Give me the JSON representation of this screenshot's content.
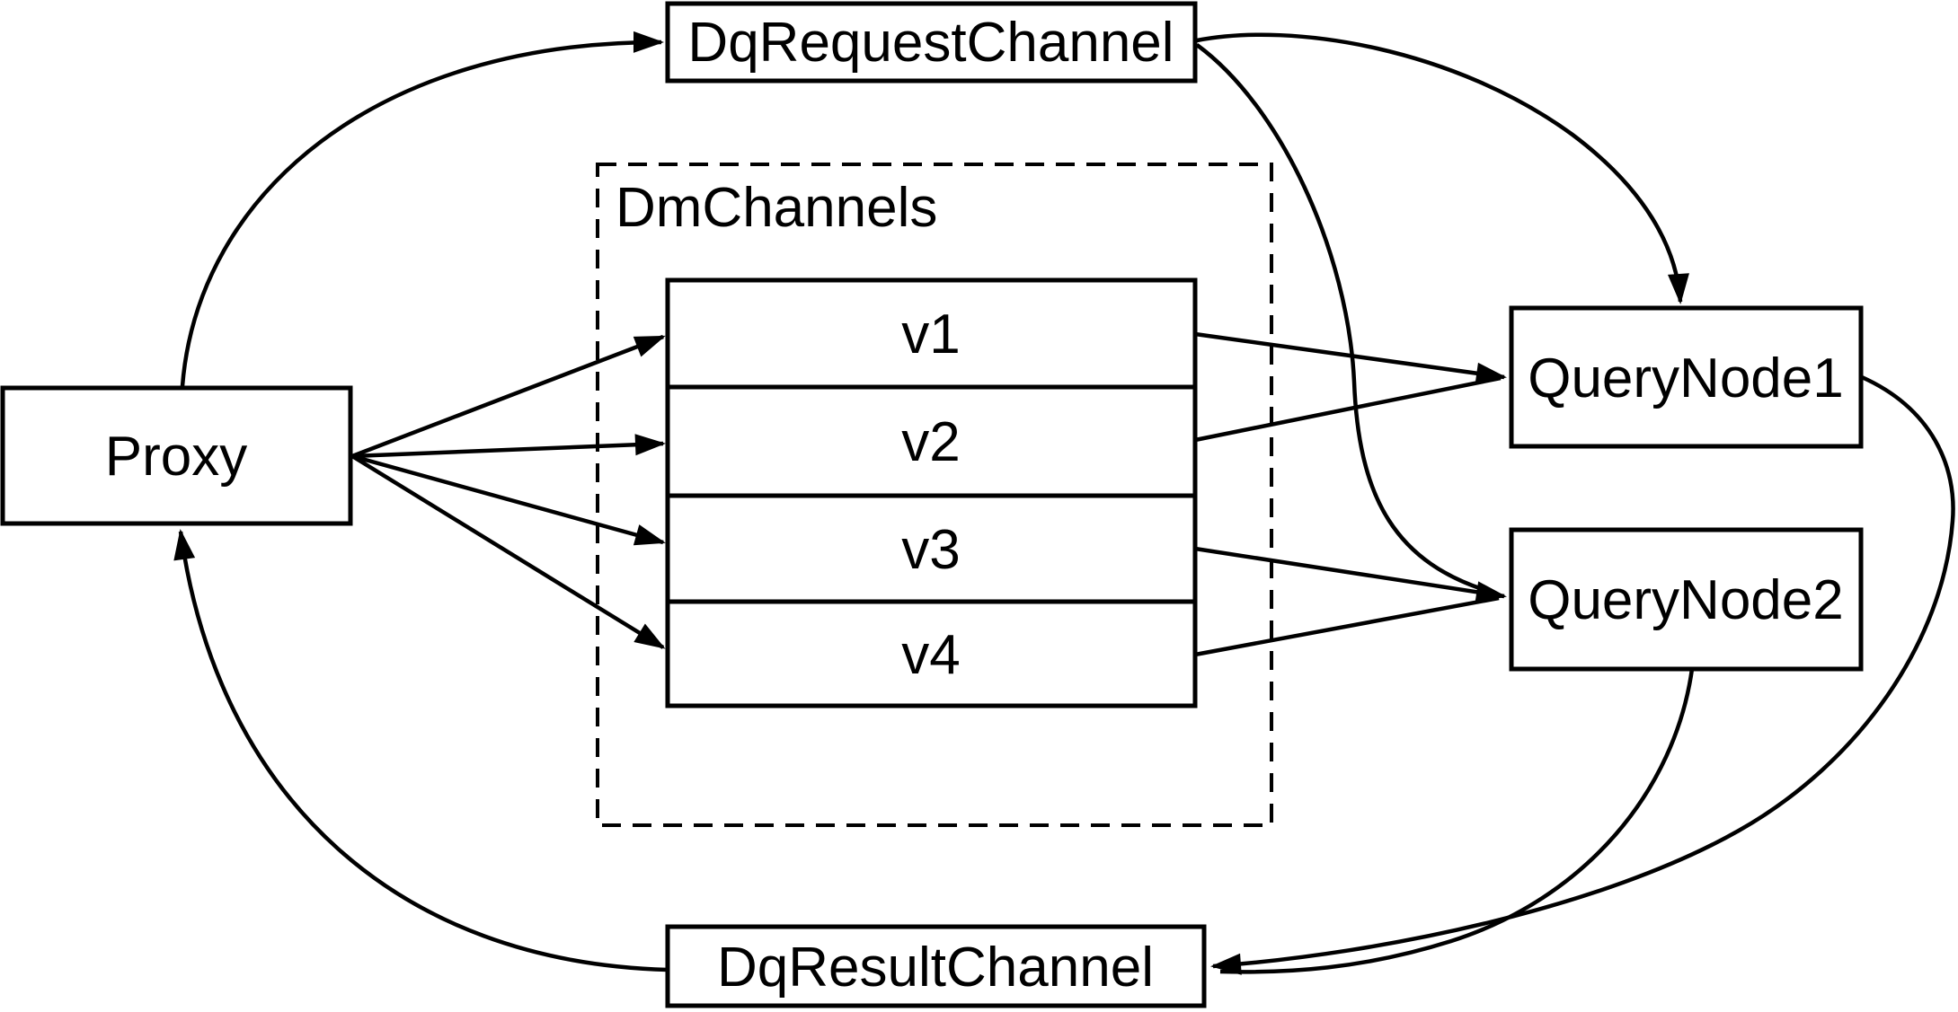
{
  "diagram": {
    "colors": {
      "background": "#ffffff",
      "stroke": "#000000",
      "text": "#000000"
    },
    "nodes": {
      "dq_request_channel": {
        "label": "DqRequestChannel"
      },
      "proxy": {
        "label": "Proxy"
      },
      "dm_channels_group": {
        "label": "DmChannels"
      },
      "channels": [
        {
          "label": "v1"
        },
        {
          "label": "v2"
        },
        {
          "label": "v3"
        },
        {
          "label": "v4"
        }
      ],
      "query_node_1": {
        "label": "QueryNode1"
      },
      "query_node_2": {
        "label": "QueryNode2"
      },
      "dq_result_channel": {
        "label": "DqResultChannel"
      }
    },
    "edges": [
      {
        "from": "Proxy",
        "to": "DqRequestChannel"
      },
      {
        "from": "Proxy",
        "to": "v1"
      },
      {
        "from": "Proxy",
        "to": "v2"
      },
      {
        "from": "Proxy",
        "to": "v3"
      },
      {
        "from": "Proxy",
        "to": "v4"
      },
      {
        "from": "v1",
        "to": "QueryNode1"
      },
      {
        "from": "v2",
        "to": "QueryNode1"
      },
      {
        "from": "v3",
        "to": "QueryNode2"
      },
      {
        "from": "v4",
        "to": "QueryNode2"
      },
      {
        "from": "DqRequestChannel",
        "to": "QueryNode1"
      },
      {
        "from": "DqRequestChannel",
        "to": "QueryNode2"
      },
      {
        "from": "QueryNode1",
        "to": "DqResultChannel"
      },
      {
        "from": "QueryNode2",
        "to": "DqResultChannel"
      },
      {
        "from": "DqResultChannel",
        "to": "Proxy"
      }
    ]
  }
}
